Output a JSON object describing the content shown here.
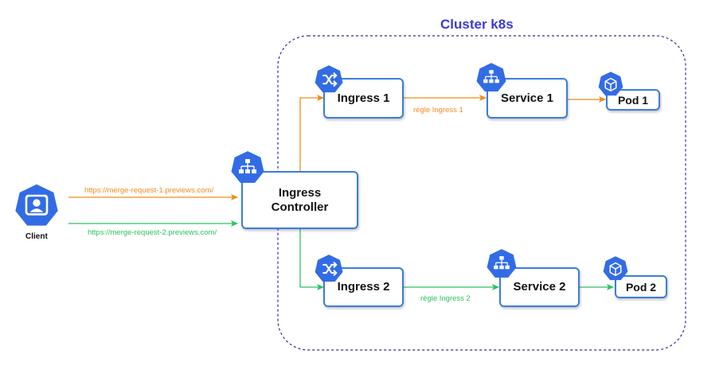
{
  "cluster": {
    "title": "Cluster k8s"
  },
  "client": {
    "label": "Client"
  },
  "controller": {
    "label_line1": "Ingress",
    "label_line2": "Controller"
  },
  "ingress1": {
    "label": "Ingress 1"
  },
  "ingress2": {
    "label": "Ingress 2"
  },
  "service1": {
    "label": "Service 1"
  },
  "service2": {
    "label": "Service 2"
  },
  "pod1": {
    "label": "Pod 1"
  },
  "pod2": {
    "label": "Pod 2"
  },
  "edges": {
    "url1": "https://merge-request-1.previews.com/",
    "url2": "https://merge-request-2.previews.com/",
    "rule1": "règle Ingress 1",
    "rule2": "règle Ingress 2"
  },
  "colors": {
    "orange": "#f08c1e",
    "green": "#2cc25e",
    "k8s_blue": "#326ce5",
    "border": "#3b7ddd",
    "cluster_border": "#2a2a9a",
    "title": "#3b3bd6"
  },
  "icons": {
    "client": "user-icon",
    "controller": "network-tree-icon",
    "ingress": "shuffle-icon",
    "service": "network-tree-icon",
    "pod": "cube-icon"
  }
}
